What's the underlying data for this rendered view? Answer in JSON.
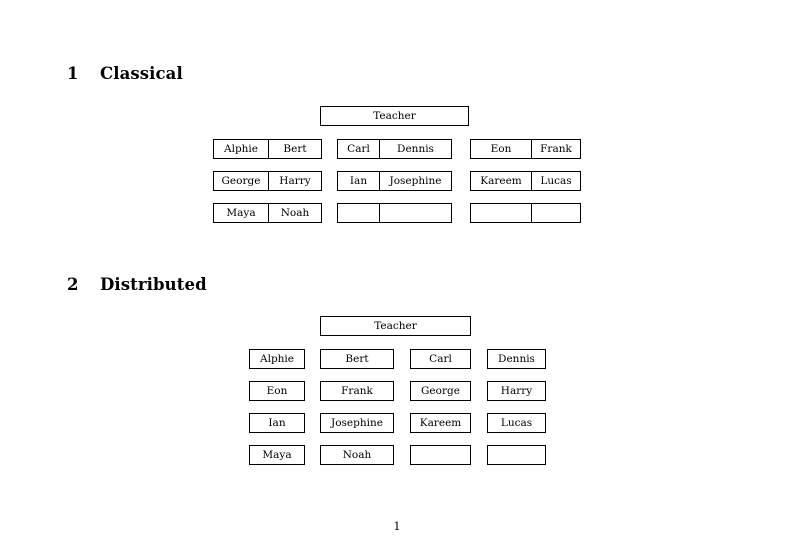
{
  "document": {
    "page_number": "1"
  },
  "sections": [
    {
      "number": "1",
      "title": "Classical",
      "teacher": {
        "label": "Teacher"
      },
      "groups": [
        {
          "rows": [
            {
              "cells": [
                "Alphie",
                "Bert"
              ]
            },
            {
              "cells": [
                "George",
                "Harry"
              ]
            },
            {
              "cells": [
                "Maya",
                "Noah"
              ]
            }
          ]
        },
        {
          "rows": [
            {
              "cells": [
                "Carl",
                "Dennis"
              ]
            },
            {
              "cells": [
                "Ian",
                "Josephine"
              ]
            },
            {
              "cells": [
                "",
                ""
              ]
            }
          ]
        },
        {
          "rows": [
            {
              "cells": [
                "Eon",
                "Frank"
              ]
            },
            {
              "cells": [
                "Kareem",
                "Lucas"
              ]
            },
            {
              "cells": [
                "",
                ""
              ]
            }
          ]
        }
      ]
    },
    {
      "number": "2",
      "title": "Distributed",
      "teacher": {
        "label": "Teacher"
      },
      "rows": [
        {
          "cells": [
            "Alphie",
            "Bert",
            "Carl",
            "Dennis"
          ]
        },
        {
          "cells": [
            "Eon",
            "Frank",
            "George",
            "Harry"
          ]
        },
        {
          "cells": [
            "Ian",
            "Josephine",
            "Kareem",
            "Lucas"
          ]
        },
        {
          "cells": [
            "Maya",
            "Noah",
            "",
            ""
          ]
        }
      ]
    }
  ],
  "colors": {
    "page_background": "#ffffff",
    "text": "#000000",
    "border": "#000000"
  }
}
